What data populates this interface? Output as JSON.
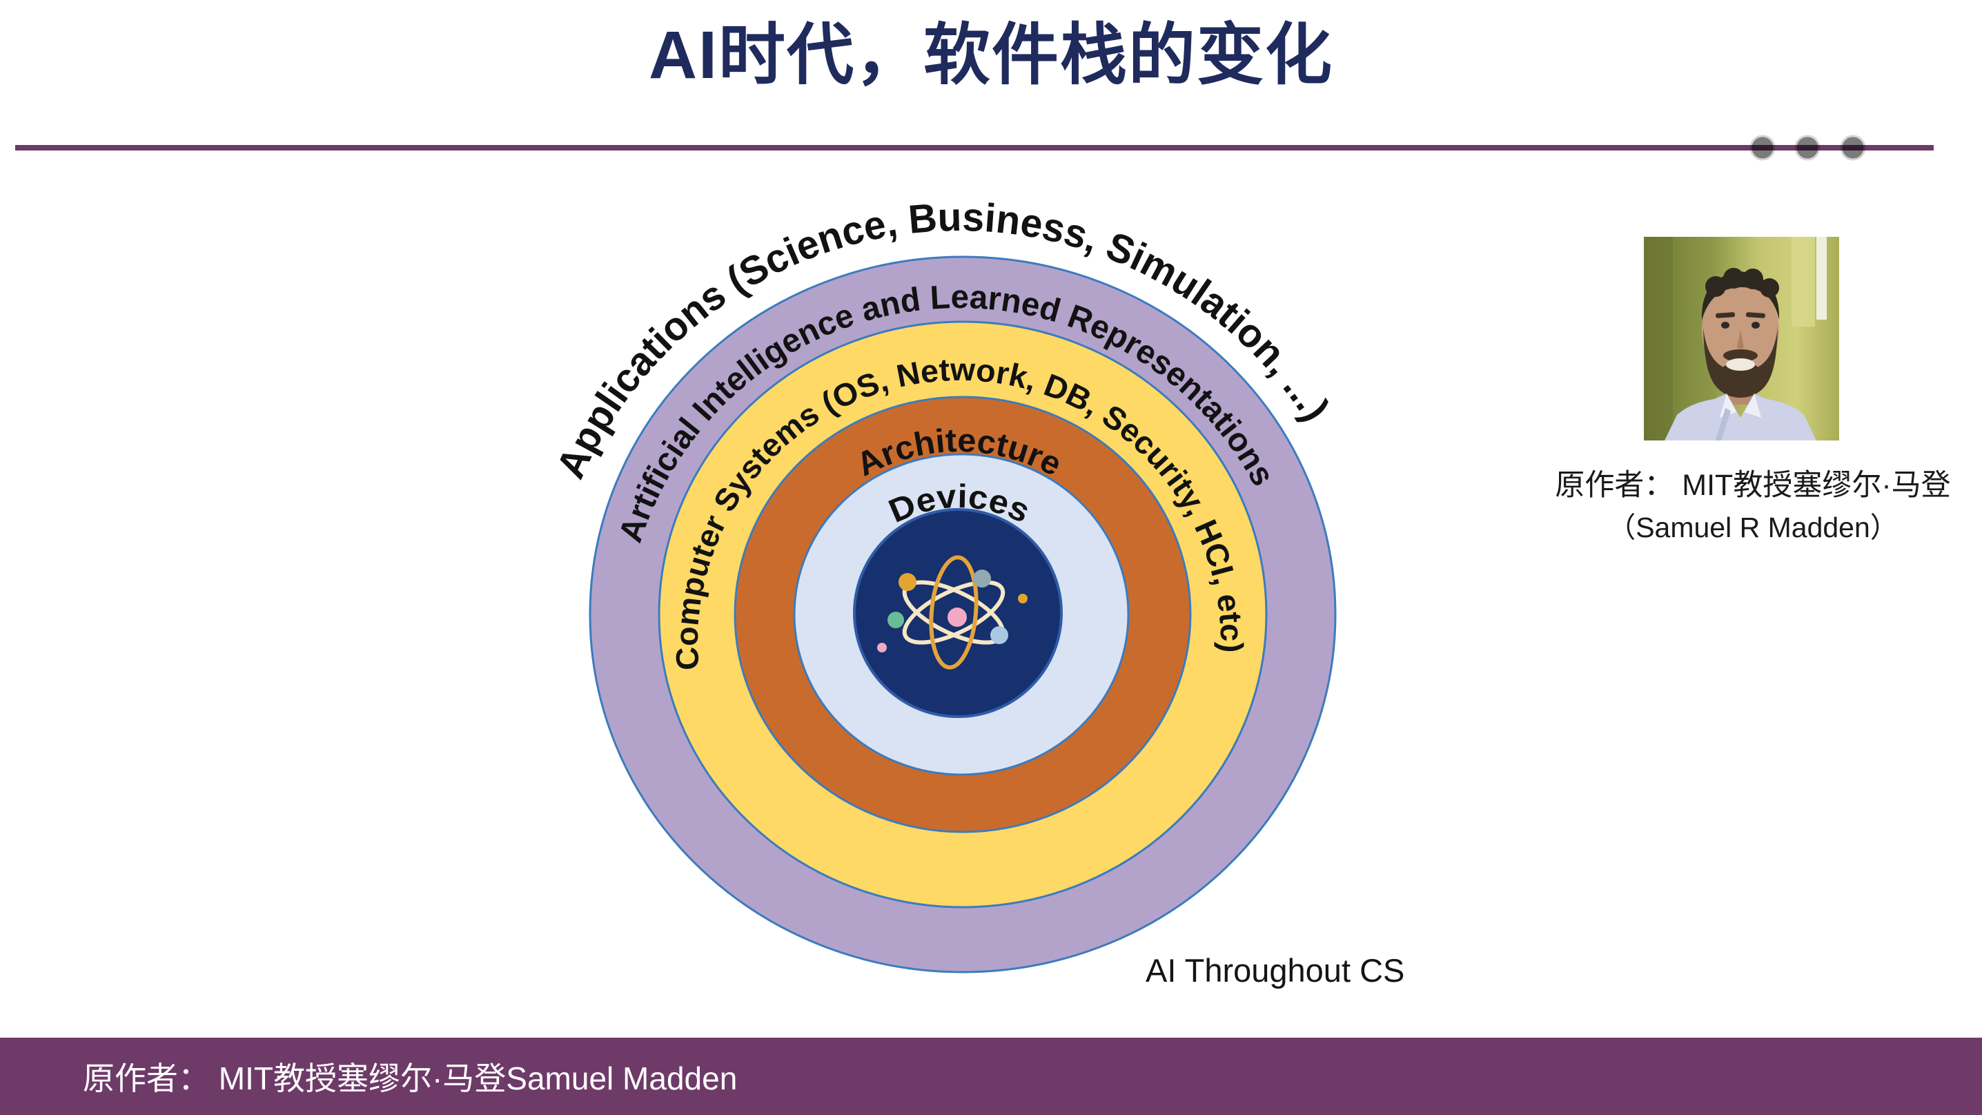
{
  "title": "AI时代，软件栈的变化",
  "theme": {
    "title_color": "#1F2B5C",
    "separator_purple": "#6E3A68",
    "separator_dot_gray": "#7B7B7B",
    "ring_stroke_blue": "#3C7BBE",
    "label_black": "#121212",
    "footer_bg": "#6E3A68",
    "footer_text_color": "#FFFFFF"
  },
  "diagram": {
    "caption": "AI Throughout CS",
    "core_icon": "atom-icon",
    "layers": [
      {
        "name": "applications",
        "label": "Applications (Science, Business, Simulation, ...)",
        "zone_fill": "#FFFFFF"
      },
      {
        "name": "ai-learned-representations",
        "label": "Artificial Intelligence and Learned Representations",
        "zone_fill": "#B3A3CB"
      },
      {
        "name": "computer-systems",
        "label": "Computer Systems (OS, Network, DB, Security, HCI, etc)",
        "zone_fill": "#FFD965"
      },
      {
        "name": "architecture",
        "label": "Architecture",
        "zone_fill": "#C96B2D"
      },
      {
        "name": "devices",
        "label": "Devices",
        "zone_fill": "#DAE3F3"
      },
      {
        "name": "core",
        "label": "",
        "zone_fill": "#17306E"
      }
    ]
  },
  "author_panel": {
    "photo_alt": "samuel-madden-portrait",
    "line1": "原作者： MIT教授塞缪尔·马登",
    "line2": "（Samuel R Madden）"
  },
  "footer": {
    "text": "原作者： MIT教授塞缪尔·马登Samuel Madden"
  }
}
